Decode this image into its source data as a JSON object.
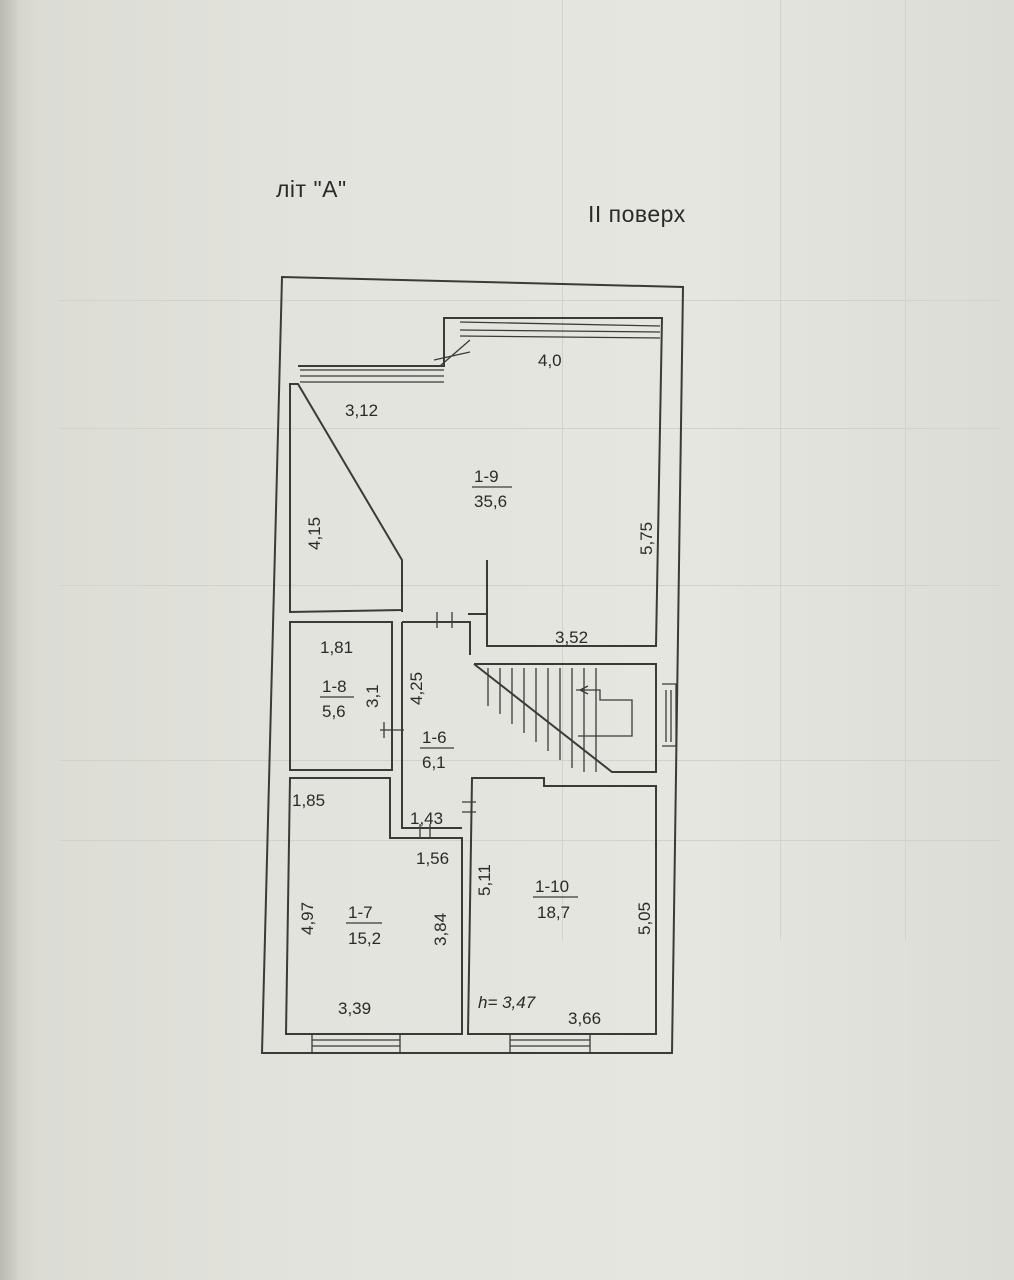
{
  "header": {
    "building_label": "літ \"А\"",
    "floor_label": "II поверх"
  },
  "plan": {
    "ceiling_height": "h= 3,47",
    "rooms": [
      {
        "id": "1-9",
        "area": "35,6"
      },
      {
        "id": "1-8",
        "area": "5,6"
      },
      {
        "id": "1-6",
        "area": "6,1"
      },
      {
        "id": "1-7",
        "area": "15,2"
      },
      {
        "id": "1-10",
        "area": "18,7"
      }
    ],
    "dimensions": {
      "room_1_9_top": "4,0",
      "room_1_9_left_top": "3,12",
      "room_1_9_left_side": "4,15",
      "room_1_9_right_side": "5,75",
      "room_1_9_bottom": "3,52",
      "room_1_8_top": "1,81",
      "room_1_8_side": "3,1",
      "corridor_side": "4,25",
      "corridor_bottom": "1,43",
      "corridor_bottom2": "1,56",
      "room_1_7_top": "1,85",
      "room_1_7_left": "4,97",
      "room_1_7_right": "3,84",
      "room_1_7_bottom": "3,39",
      "room_1_10_left": "5,11",
      "room_1_10_right": "5,05",
      "room_1_10_bottom": "3,66"
    }
  }
}
